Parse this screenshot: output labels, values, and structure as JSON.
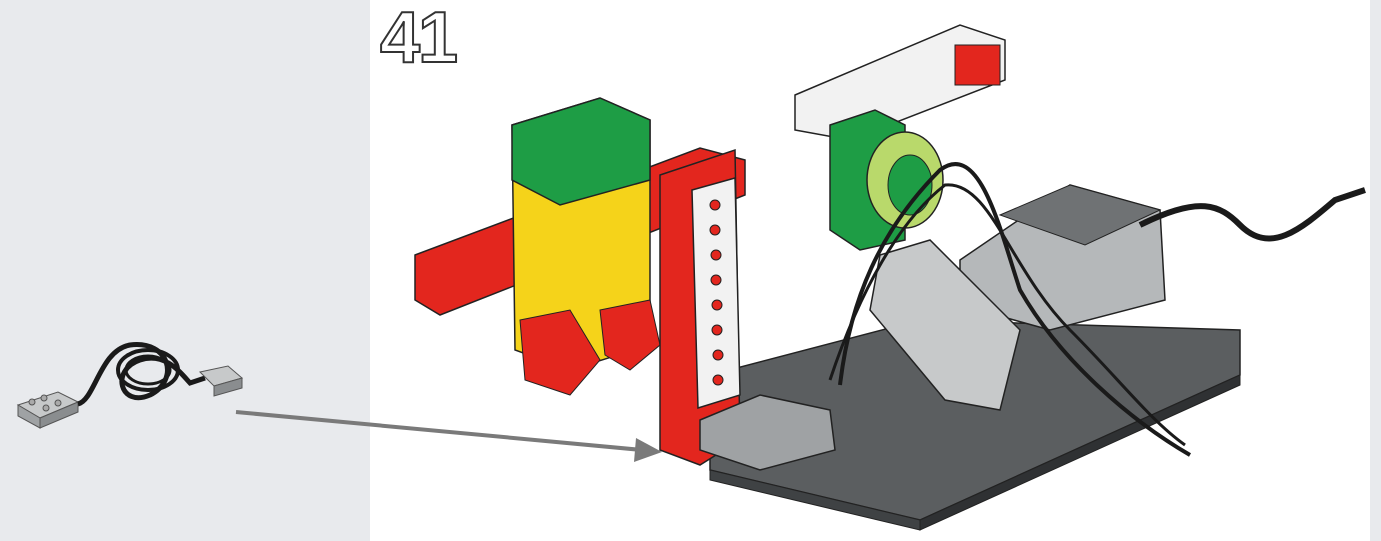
{
  "step": {
    "number": "41"
  },
  "parts_panel": {
    "items": [
      {
        "name": "tilt-sensor-with-cable",
        "quantity": null
      }
    ]
  },
  "colors": {
    "panel_background": "#e8eaed",
    "brick_red": "#e3261e",
    "brick_yellow": "#f5d31a",
    "brick_green": "#1e9d45",
    "brick_dark_gray": "#5b5e60",
    "brick_light_gray": "#c7c9ca",
    "arrow_gray": "#7a7a7a",
    "cable_black": "#1a1a1a"
  },
  "icons": {
    "part": "tilt-sensor-icon",
    "pointer": "arrow-icon",
    "model": "lego-model-illustration"
  }
}
